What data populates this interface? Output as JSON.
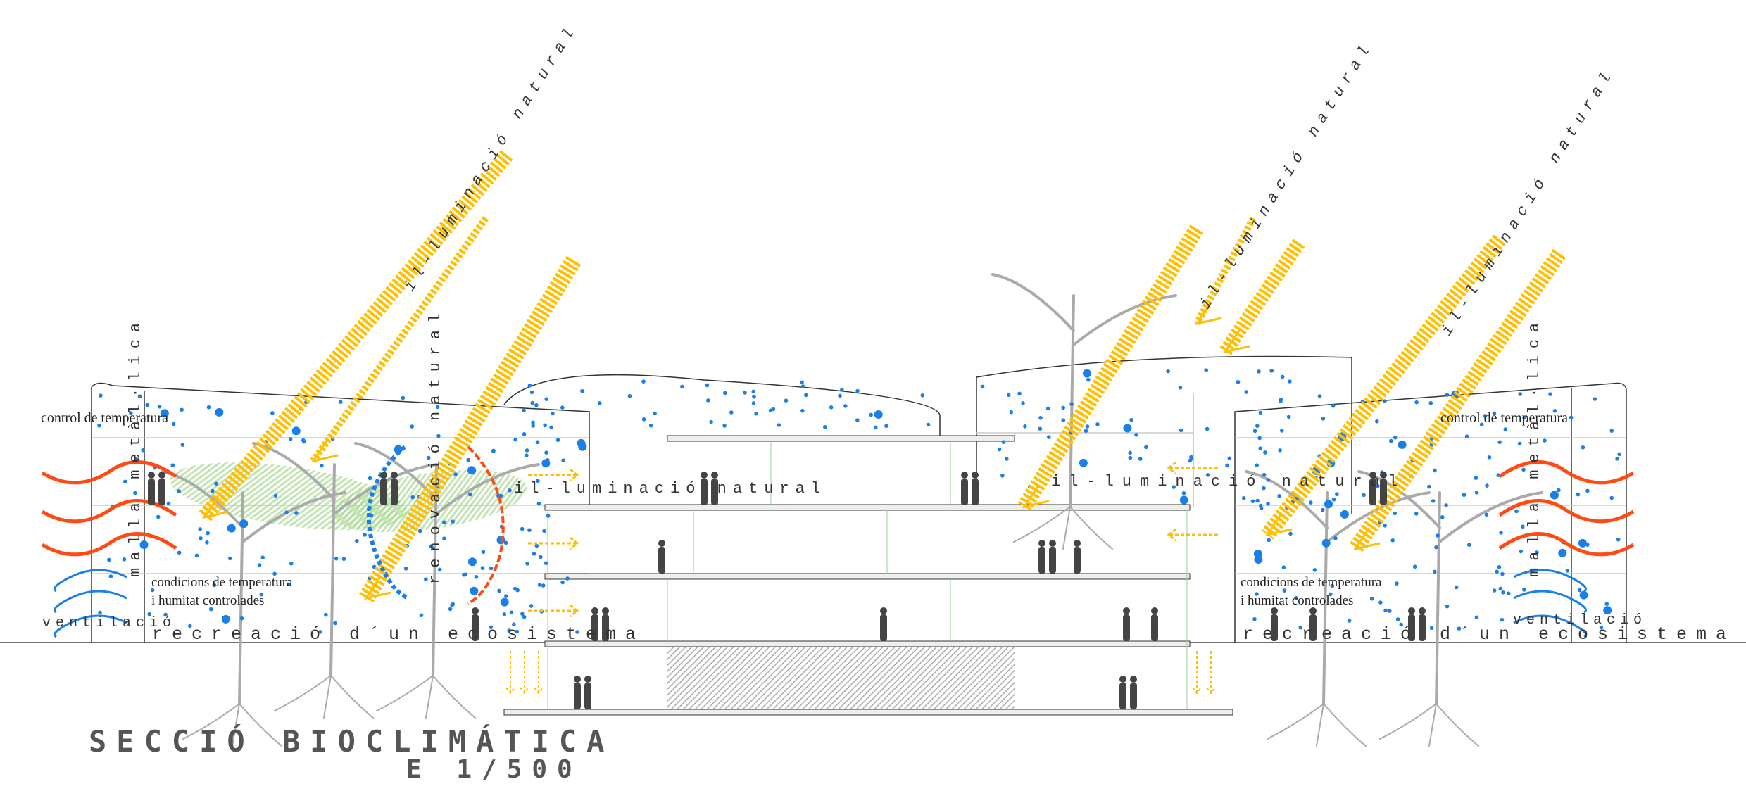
{
  "title": "SECCIÓ BIOCLIMÁTICA",
  "scale": "E 1/500",
  "labels": {
    "illumination": "il-luminació natural",
    "control_temp": "control de temperatura",
    "mesh": "malla metàl·lica",
    "renovation": "renovació natural",
    "conditions_line1": "condicions de temperatura",
    "conditions_line2": "i humitat controlades",
    "ventilation": "ventilació",
    "ecosystem": "recreació d´un ecosistema"
  },
  "colors": {
    "sun": "#ffbf00",
    "heat": "#ff4a14",
    "air": "#1a7fe6",
    "lines": "#333333",
    "vegetation": "#b8e0a6"
  }
}
